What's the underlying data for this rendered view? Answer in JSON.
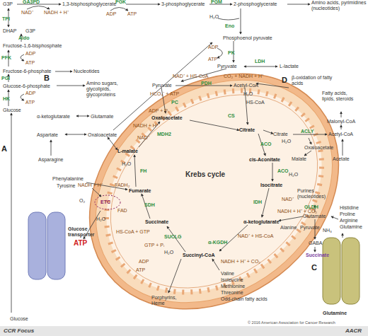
{
  "diagram": {
    "nodes": [
      {
        "text": [
          "Krebs cycle"
        ]
      },
      {
        "text": [
          "ETC"
        ],
        "in": 0
      },
      {
        "text": [
          "Glucose transporter"
        ]
      },
      {
        "text": [
          "Glutamine"
        ]
      }
    ],
    "labels": [
      "G3P",
      "GA3PD",
      "1,3-bisphosphoglycerate",
      "PGK",
      "3-phosphoglycerate",
      "PGM",
      "2-phosphoglycerate",
      "Amino acids, pyrimidines (nucleotides)",
      "NAD⁺",
      "NADH + H⁺",
      "ADP",
      "ATP",
      "TPI",
      "H₂O",
      "Eno",
      "DHAP",
      "G3P",
      "Aldo",
      "Phosphoenol pyruvate",
      "Fructose-1,6-bisphosphate",
      "ADP",
      "PK",
      "ATP",
      "ADP",
      "PFK",
      "ATP",
      "LDH",
      "Pyruvate",
      "L-lactate",
      "Fructose-6-phosphate",
      "Nucleotides",
      "B",
      "PGI",
      "Glucose-6-phosphate",
      "Amino sugars, glycolipids, glycoproteins",
      "ADP",
      "HK",
      "ATP",
      "Glucose",
      "α-ketoglutarate",
      "Glutamate",
      "Aspartate",
      "Oxaloacetate",
      "A",
      "Asparagine",
      "Phenylalanine",
      "Tyrosine",
      "Glucose",
      "D",
      "β-oxidation of fatty acids",
      "Fatty acids, lipids, steroids",
      "Malonyl-CoA",
      "ACLY",
      "Citrate",
      "Acetyl-CoA",
      "Oxaloacetate",
      "Malate",
      "Acetate",
      "NAD⁺ + HS-CoA",
      "CO₂ + NADH + H⁺",
      "Pyruvate",
      "PDH",
      "Acetyl-CoA",
      "HCO₃⁻ + ATP",
      "H₂O",
      "PC",
      "HS-CoA",
      "ADP + Pᵢ",
      "CS",
      "Oxaloacetate",
      "NADH + H⁺",
      "MDH2",
      "NAD⁺",
      "Citrate",
      "H₂O",
      "ACO",
      "L-malate",
      "cis-Aconitate",
      "H₂O",
      "FH",
      "ACO",
      "H₂O",
      "NADH + H⁺",
      "FADH₂",
      "Fumarate",
      "Isocitrate",
      "O₂",
      "SDH",
      "FAD",
      "IDH",
      "NAD⁺",
      "NADH + H⁺ + CO₂",
      "H₂O",
      "Succinate",
      "α-ketoglutarate",
      "HS-CoA + GTP",
      "SUCLG",
      "NAD⁺ + HS-CoA",
      "α-KGDH",
      "ATP",
      "GTP + Pᵢ",
      "H₂O",
      "Succinyl-CoA",
      "ADP",
      "NADH + H⁺ + CO₂",
      "ATP",
      "Valine",
      "Isoleucine",
      "Methionine",
      "Threonine",
      "Odd-chain fatty acids",
      "Porphyrins, Heme",
      "Purines (nucleotides)",
      "GLDH",
      "Glutamate",
      "Histidine",
      "Proline",
      "Arginine",
      "Glutamine",
      "Alanine",
      "Pyruvate",
      "NH₃",
      "GABA",
      "Succinate",
      "C",
      "© 2016 American Association for Cancer Research",
      "CCR Focus",
      "AACR"
    ]
  }
}
